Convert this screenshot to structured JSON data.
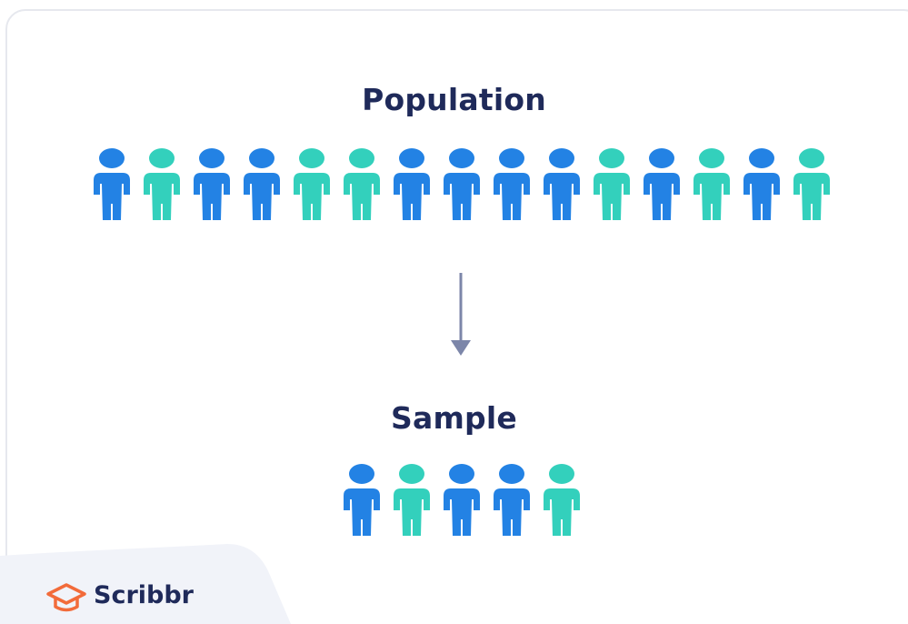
{
  "diagram": {
    "population_title": "Population",
    "sample_title": "Sample",
    "population": [
      "blue",
      "teal",
      "blue",
      "blue",
      "teal",
      "teal",
      "blue",
      "blue",
      "blue",
      "blue",
      "teal",
      "blue",
      "teal",
      "blue",
      "teal"
    ],
    "sample": [
      "blue",
      "teal",
      "blue",
      "blue",
      "teal"
    ]
  },
  "colors": {
    "blue": "#2382e4",
    "teal": "#33d0bc",
    "heading": "#1f2a5a",
    "arrow": "#7c86a9",
    "logo_orange": "#f26b3a"
  },
  "logo": {
    "icon": "graduation-cap-icon",
    "text": "Scribbr"
  }
}
